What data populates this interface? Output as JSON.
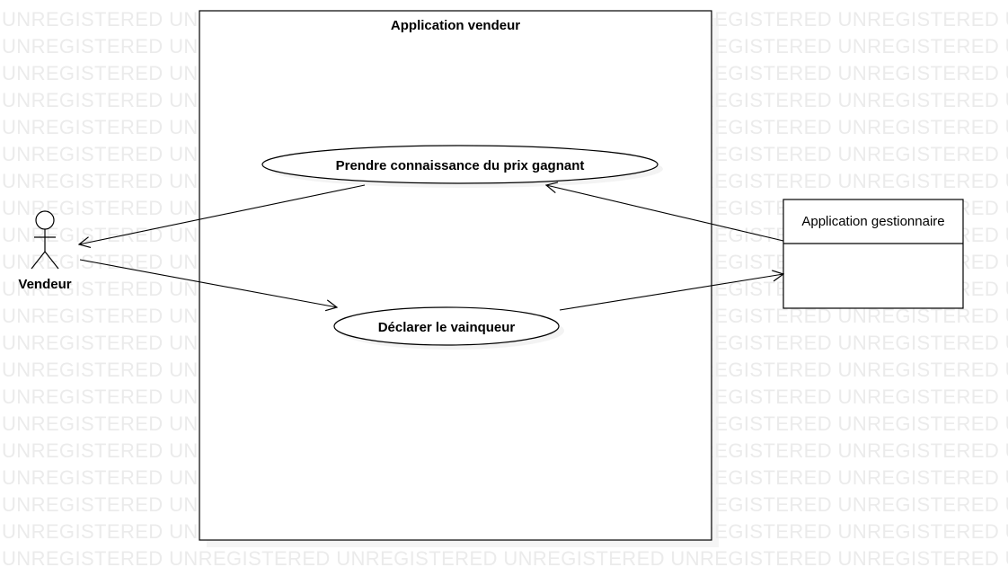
{
  "watermark": {
    "text": "UNREGISTERED"
  },
  "system": {
    "title": "Application vendeur"
  },
  "actor": {
    "name": "Vendeur"
  },
  "external_system": {
    "name": "Application gestionnaire"
  },
  "use_cases": [
    {
      "label": "Prendre connaissance du prix gagnant"
    },
    {
      "label": "Déclarer le vainqueur"
    }
  ],
  "colors": {
    "line": "#000000",
    "shadow": "#ececec",
    "watermark": "#ebebeb",
    "background": "#ffffff"
  }
}
